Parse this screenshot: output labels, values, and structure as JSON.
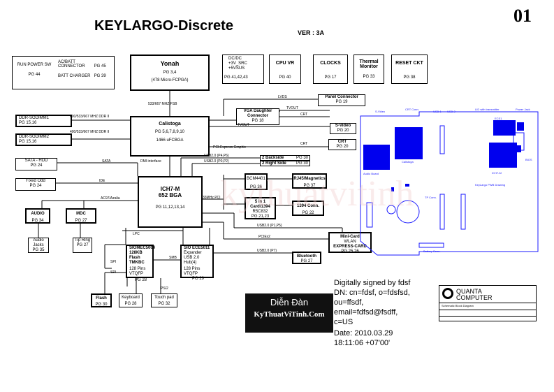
{
  "page_number": "01",
  "title": "KEYLARGO-Discrete",
  "version": "VER : 3A",
  "blocks": {
    "run_power": {
      "name": "RUN POWER SW",
      "page": "PG 44"
    },
    "ac_batt": {
      "name": "AC/BATT CONNECTOR",
      "page": "PG 45"
    },
    "batt_charger": {
      "name": "BATT CHARGER",
      "page": "PG 39"
    },
    "yonah": {
      "name": "Yonah",
      "page": "PG 3,4",
      "detail": "(478 Micro-FCPGA)"
    },
    "dcdc": {
      "name": "DC/DC",
      "l2": "+3V_SRC",
      "l3": "+5VSUS",
      "page": "PG 41,42,43"
    },
    "cpu_vr": {
      "name": "CPU VR",
      "page": "PG 40"
    },
    "clocks": {
      "name": "CLOCKS",
      "page": "PG 17"
    },
    "thermal": {
      "name": "Thermal",
      "name2": "Monitor",
      "page": "PG 33"
    },
    "reset": {
      "name": "RESET CKT",
      "page": "PG 38"
    },
    "panel": {
      "name": "Panel Connector",
      "page": "PG 19"
    },
    "vga": {
      "name": "VGA Daughter Connector",
      "page": "PG 18"
    },
    "svideo": {
      "name": "S-Video",
      "page": "PG 20"
    },
    "crt": {
      "name": "CRT",
      "page": "PG 20"
    },
    "ddr1": {
      "name": "DDR-SODIMM1",
      "page": "PG 15,16"
    },
    "ddr2": {
      "name": "DDR-SODIMM2",
      "page": "PG 15,16"
    },
    "calistoga": {
      "name": "Calistoga",
      "page": "PG 5,6,7,8,9,10",
      "detail": "1466 uFCBGA"
    },
    "sata_hdd": {
      "name": "SATA - HDD",
      "page": "PG 24"
    },
    "fixed_odd": {
      "name": "Fixed Odd",
      "page": "PG 24"
    },
    "ich7": {
      "name": "ICH7-M",
      "name2": "652 BGA",
      "page": "PG 11,12,13,14"
    },
    "audio": {
      "name": "AUDIO",
      "page": "PG 34"
    },
    "mdc": {
      "name": "MDC",
      "page": "PG 27"
    },
    "audio_jacks": {
      "name": "Audio Jacks",
      "page": "PG 35"
    },
    "tip_ring": {
      "name": "Tip Ring",
      "page": "PG 27"
    },
    "backside": {
      "name": "2 Backside",
      "page": "PG 30"
    },
    "rightside": {
      "name": "2 Right Side",
      "page": "PG 30"
    },
    "bcm4401": {
      "name": "BCM4401",
      "page": "PG 36"
    },
    "rj45": {
      "name": "RJ45/Magnetics",
      "page": "PG 37"
    },
    "card5in1": {
      "name": "5 in 1 Card/1394",
      "sub": "R5C832",
      "page": "PG 21,23"
    },
    "conn1394": {
      "name": "1394 Conn.",
      "page": "PG 22"
    },
    "minicard": {
      "name": "Mini-Card",
      "sub": "WLAN",
      "name2": "EXPRESS-CARD",
      "page": "PG 25,26"
    },
    "bluetooth": {
      "name": "Bluetooth",
      "page": "PG 27"
    },
    "siomec": {
      "name": "SIOMEC5004",
      "l2": "128KB Flash",
      "l3": "TMKBC",
      "l4": "128 Pins VTQFP",
      "page": "PG 28"
    },
    "sioece": {
      "name": "SIO ECE5011",
      "l2": "Expander",
      "l3": "USB 2.0",
      "l4": "Hub(4)",
      "l5": "128 Pins VTQFP",
      "page": "PG 29"
    },
    "flash": {
      "name": "Flash",
      "page": "PG 30"
    },
    "keyboard": {
      "name": "Keyboard",
      "page": "PG 28"
    },
    "touchpad": {
      "name": "Touch pad",
      "page": "PG 32"
    }
  },
  "signals": {
    "fsb": "533/667 MHZ FSB",
    "ddr_a": "400/533/667 MHZ DDR II",
    "ddr_b": "400/533/667 MHZ DDR II",
    "lvds": "LVDS",
    "tvout1": "TVOUT",
    "tvout2": "TVOUT",
    "crt_sig": "CRT",
    "crt_sig2": "CRT",
    "pcie_gfx": "PCI-Express Graphic",
    "sata": "SATA",
    "dmi": "DMI interface",
    "ide": "IDE",
    "ac97": "AC97/Azalia",
    "pci": "33MHz PCI",
    "usb_p4p6": "USB2.0 (P4,P6)",
    "usb_p0p2": "USB2.0 (P0,P2)",
    "usb_p1p5": "USB2.0 (P1,P5)",
    "pciex2": "PCIEx2",
    "usb_p7": "USB2.0 (P7)",
    "lpc": "LPC",
    "smb": "SMB",
    "spi1": "SPI",
    "spi2": "SPI",
    "ps2": "PS/2"
  },
  "board_labels": {
    "svideo": "S-Video",
    "crt_conn": "CRT Conn.",
    "usb1": "USB-1",
    "usb2": "USB-2",
    "lid": "LID with transmitter",
    "power_jack": "Power Jack",
    "calistoga": "Calistoga",
    "bios": "BIOS",
    "ich7m": "ICH7-M",
    "audio_board": "Audio Board",
    "keylargo_pwb": "KeyLargo PWB Drawing",
    "ecs": "ECS1",
    "tp_conn": "TP Conn.",
    "battery_conn": "Battery Conn."
  },
  "watermark": {
    "line1": "Diễn Đàn",
    "line2": "KyThuatViTinh.Com",
    "faint": "kythuatvitinh"
  },
  "signature": {
    "l1": "Digitally signed by fdsf",
    "l2": "DN: cn=fdsf, o=fdsfsd,",
    "l3": "ou=ffsdf,",
    "l4": "email=fdfsd@fsdff,",
    "l5": "c=US",
    "l6": "Date: 2010.03.29",
    "l7": "18:11:06 +07'00'"
  },
  "titleblock": {
    "company": "QUANTA",
    "company2": "COMPUTER",
    "doc": "Schematic Block Diagram"
  },
  "colors": {
    "board_line": "#1a1aff",
    "board_fill": "#0000ee",
    "watermark_bg": "#111111",
    "faint": "#f0c8c8"
  }
}
